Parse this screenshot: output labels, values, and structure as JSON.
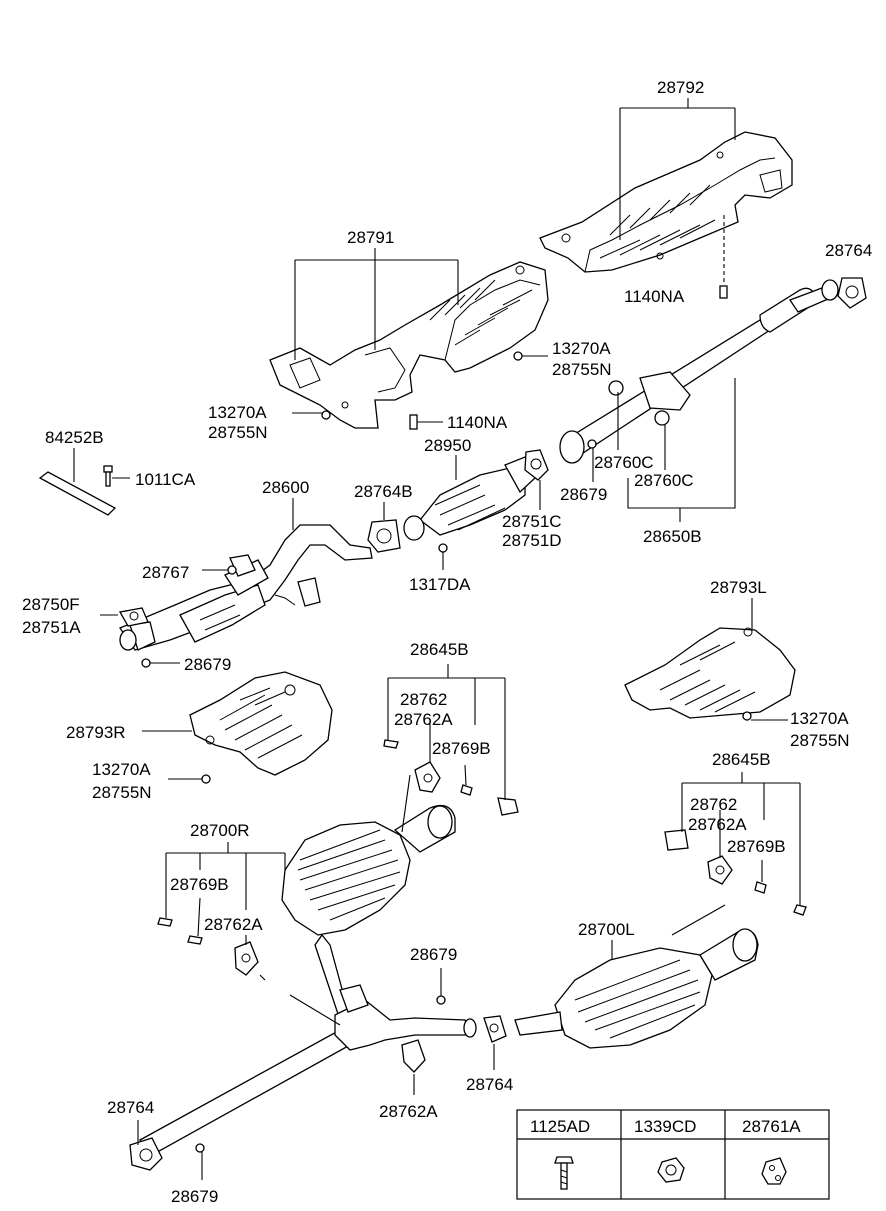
{
  "callouts": [
    "28792",
    "28764",
    "1140NA",
    "28791",
    "13270A",
    "28755N",
    "13270A",
    "28755N",
    "1140NA",
    "84252B",
    "1011CA",
    "28950",
    "28600",
    "28764B",
    "28751C",
    "28751D",
    "28760C",
    "28760C",
    "28679",
    "28650B",
    "28767",
    "28750F",
    "28751A",
    "1317DA",
    "28679",
    "28793L",
    "28645B",
    "28762",
    "28762A",
    "28769B",
    "28793R",
    "13270A",
    "28755N",
    "13270A",
    "28755N",
    "28645B",
    "28762",
    "28762A",
    "28769B",
    "28700R",
    "28769B",
    "28762A",
    "28679",
    "28700L",
    "28764",
    "28762A",
    "28764",
    "28679"
  ],
  "legend": {
    "headers": [
      "1125AD",
      "1339CD",
      "28761A"
    ],
    "icons": [
      "bolt-icon",
      "flange-nut-icon",
      "rubber-hanger-icon"
    ]
  }
}
